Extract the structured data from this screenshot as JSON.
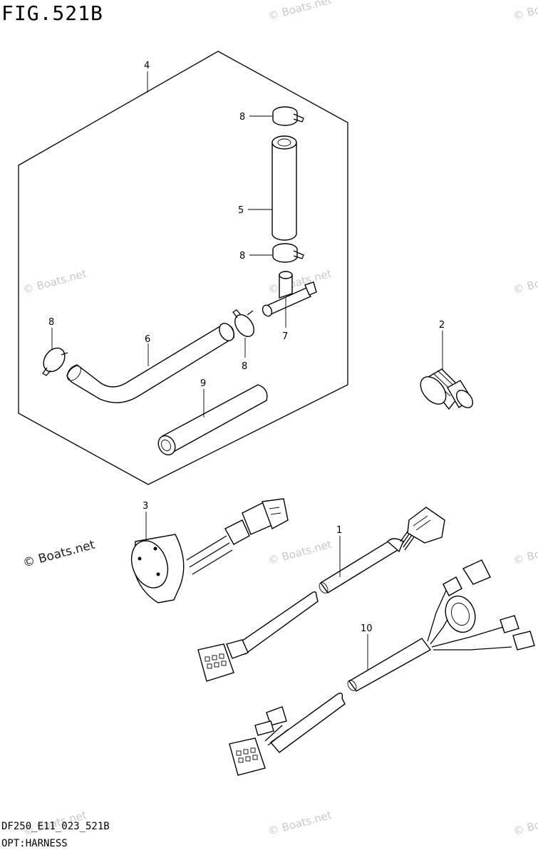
{
  "title": "FIG.521B",
  "footer": {
    "code": "DF250_E11_023_521B",
    "name": "OPT:HARNESS"
  },
  "watermark": {
    "text": "© Boats.net",
    "strong_text": "© Boats.net"
  },
  "callouts": [
    "4",
    "8",
    "5",
    "8",
    "7",
    "8",
    "6",
    "8",
    "9",
    "2",
    "3",
    "1",
    "10"
  ],
  "colors": {
    "ink": "#000000",
    "watermark": "#c8c8c8",
    "background": "#ffffff"
  }
}
